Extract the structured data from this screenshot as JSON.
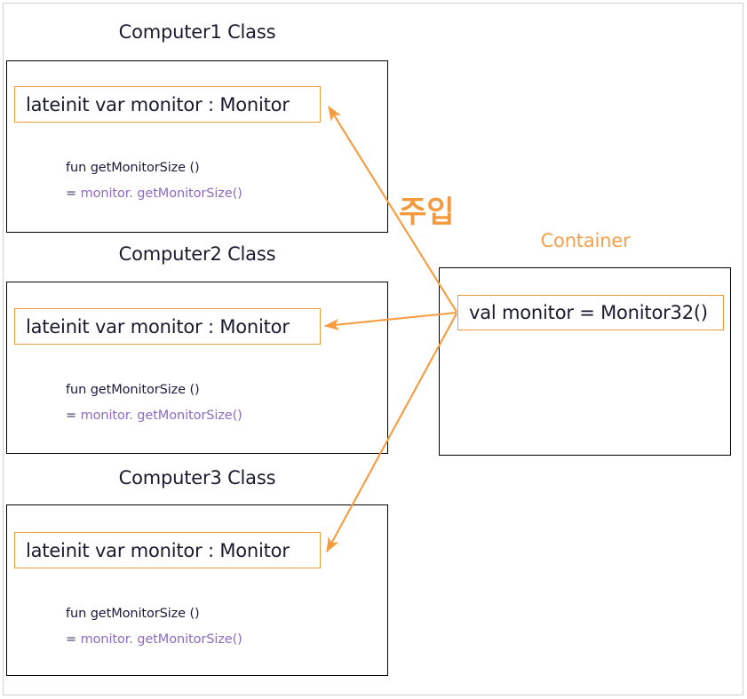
{
  "diagram": {
    "title_inject_label": "주입",
    "container_label": "Container",
    "colors": {
      "accent_orange": "#ED9B3E",
      "container_label_orange": "#F5A04B",
      "inject_orange": "#F59A3C",
      "arrow_orange": "#F79B3F",
      "text_dark": "#1a1a2e",
      "code_purple": "#8e6bbf",
      "box_border_black": "#000000",
      "frame_gray": "#d0d0d0"
    },
    "classes": [
      {
        "title": "Computer1 Class",
        "field": "lateinit var monitor : Monitor",
        "method_signature": "fun getMonitorSize ()",
        "method_body_prefix": "= ",
        "method_body_receiver": "monitor.",
        "method_body_call": " getMonitorSize()"
      },
      {
        "title": "Computer2 Class",
        "field": "lateinit var monitor : Monitor",
        "method_signature": "fun getMonitorSize ()",
        "method_body_prefix": "= ",
        "method_body_receiver": "monitor.",
        "method_body_call": " getMonitorSize()"
      },
      {
        "title": "Computer3 Class",
        "field": "lateinit var monitor : Monitor",
        "method_signature": "fun getMonitorSize ()",
        "method_body_prefix": "= ",
        "method_body_receiver": "monitor.",
        "method_body_call": " getMonitorSize()"
      }
    ],
    "container": {
      "label": "Container",
      "declaration": "val monitor = Monitor32()"
    }
  }
}
